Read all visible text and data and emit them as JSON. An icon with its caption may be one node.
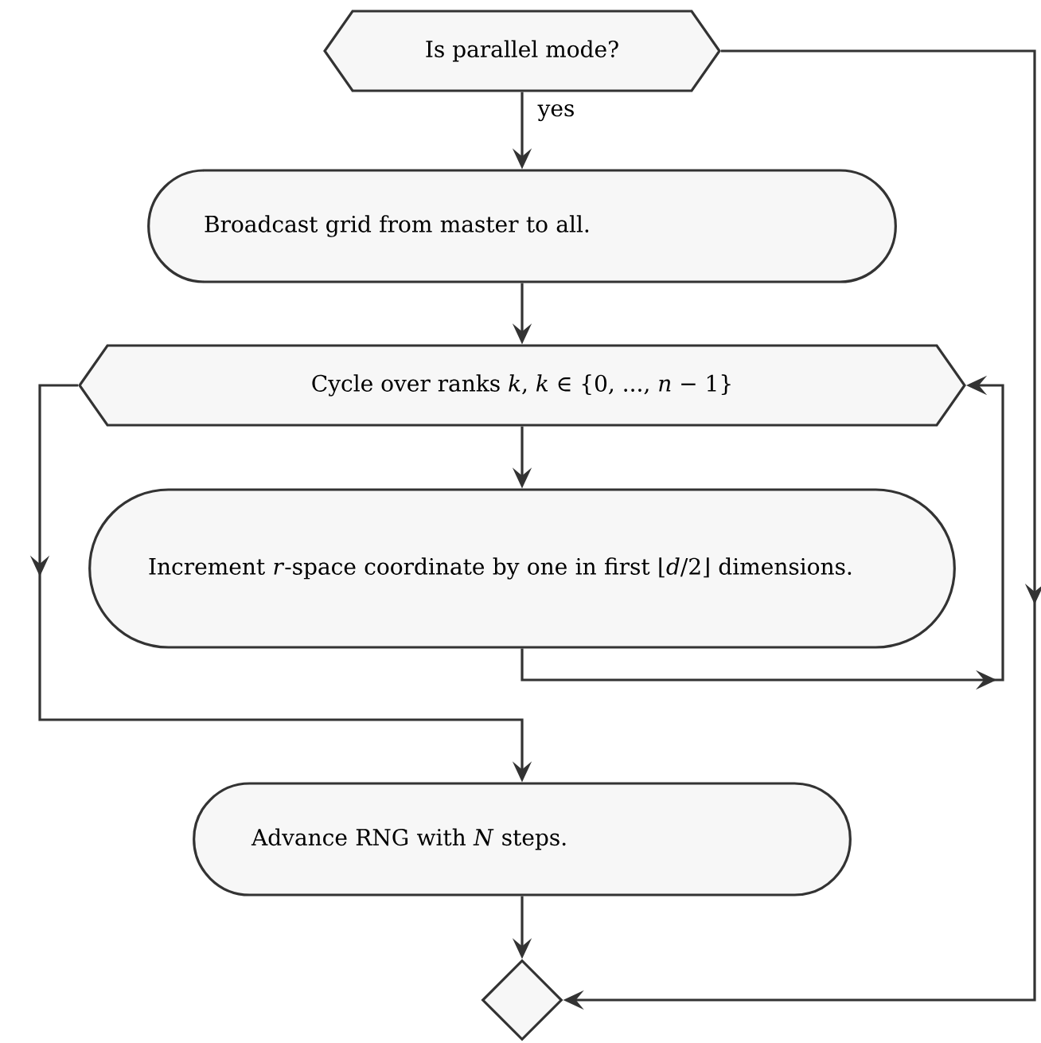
{
  "diagram": {
    "nodes": [
      {
        "text": [
          "Is parallel mode?"
        ]
      },
      {
        "text": [
          "Broadcast grid from master to all."
        ]
      },
      {
        "text": [
          "Cycle over ranks *k*, *k* ∈ {0, ..., *n* − 1}"
        ]
      },
      {
        "text": [
          "Increment *r*-space coordinate by one in first ⌊*d*/2⌋ dimensions."
        ]
      },
      {
        "text": [
          "Advance RNG with *N* steps."
        ]
      },
      {
        "text": [],
        "shape": "diamond"
      }
    ],
    "edges": [
      {
        "from": 0,
        "to": 1,
        "arrow": "to",
        "label": "yes"
      },
      {
        "from": 1,
        "to": 2,
        "arrow": "to"
      },
      {
        "from": 2,
        "to": 3,
        "arrow": "to"
      },
      {
        "from": 3,
        "to": 2,
        "arrow": "to"
      },
      {
        "from": 2,
        "to": 4,
        "arrow": "to"
      },
      {
        "from": 4,
        "to": 5,
        "arrow": "to"
      },
      {
        "from": 0,
        "to": 5,
        "arrow": "to"
      }
    ]
  }
}
